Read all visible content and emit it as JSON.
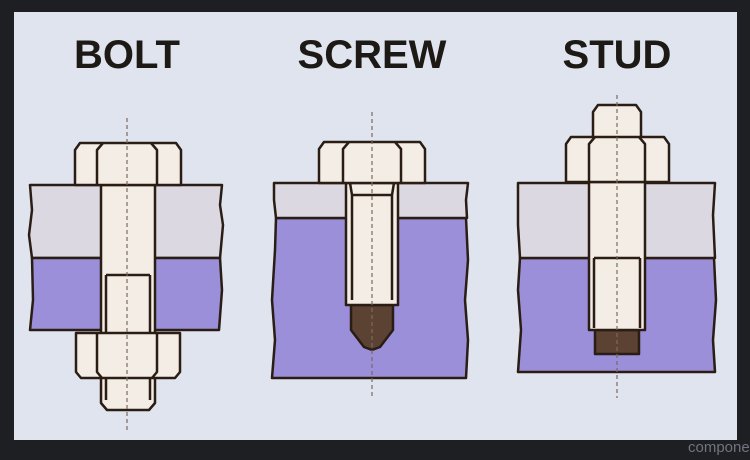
{
  "diagram": {
    "titles": [
      "BOLT",
      "SCREW",
      "STUD"
    ],
    "background_fragment_text": "componen",
    "colors": {
      "panel": "#dfe4ee",
      "plate": "#dcd8e2",
      "base": "#9a8fd8",
      "steel": "#f4ede6",
      "tip": "#5b4232",
      "outline": "#2a1d14"
    }
  }
}
